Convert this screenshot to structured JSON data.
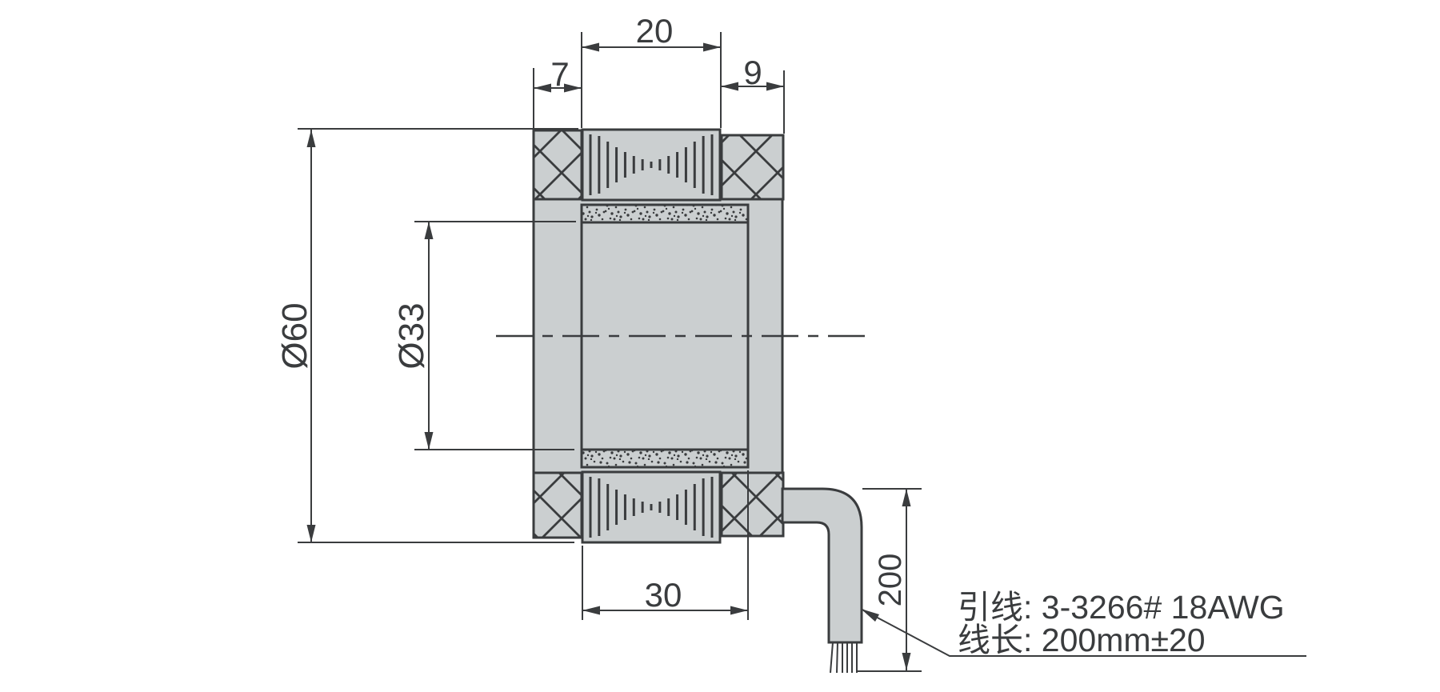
{
  "drawing": {
    "title": "coil-cross-section-drawing",
    "dims": {
      "top_width": "20",
      "left_band": "7",
      "right_band": "9",
      "outer_dia": "Ø60",
      "inner_dia": "Ø33",
      "lead_length": "200",
      "bottom_width": "30"
    },
    "notes": {
      "line1": "引线: 3-3266# 18AWG",
      "line2": "线长: 200mm±20"
    }
  },
  "colors": {
    "part_fill": "#cbcfd0",
    "line": "#3a3c3e",
    "background": "#ffffff"
  }
}
